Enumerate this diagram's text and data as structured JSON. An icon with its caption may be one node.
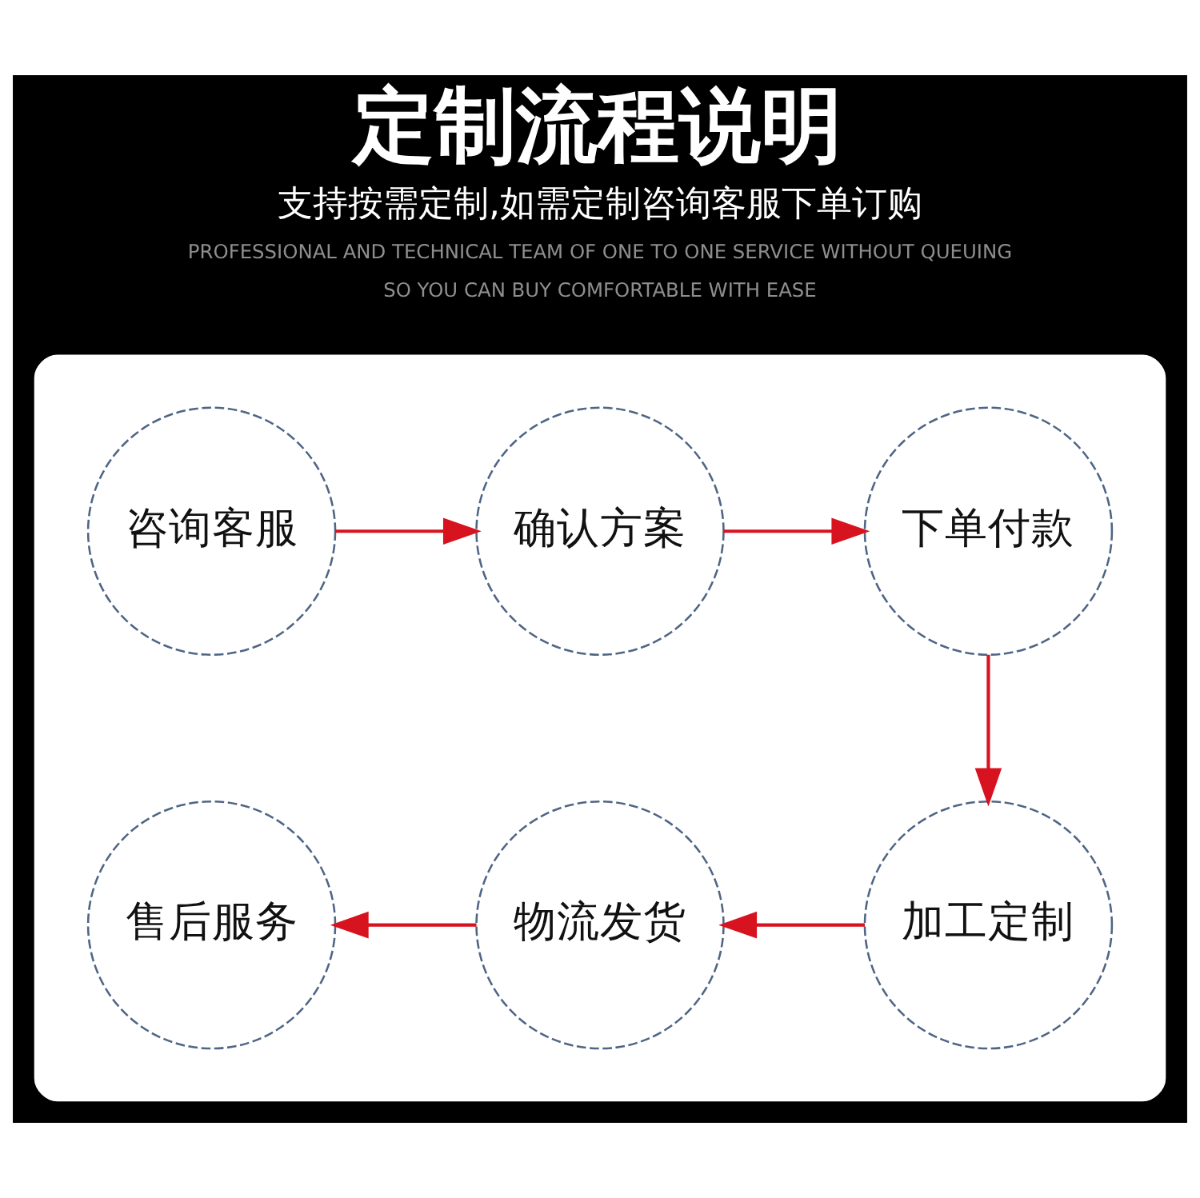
{
  "diagram": {
    "title": "定制流程说明",
    "nodes": [
      {
        "text": [],
        "shape": "box"
      },
      {
        "text": [
          "咨询客服"
        ],
        "in": 0
      },
      {
        "text": [
          "确认方案"
        ],
        "in": 0
      },
      {
        "text": [
          "下单付款"
        ],
        "in": 0
      },
      {
        "text": [
          "加工定制"
        ],
        "in": 0
      },
      {
        "text": [
          "物流发货"
        ],
        "in": 0
      },
      {
        "text": [
          "售后服务"
        ],
        "in": 0
      }
    ],
    "edges": [
      {
        "from": 1,
        "to": 2,
        "arrow": "to"
      },
      {
        "from": 2,
        "to": 3,
        "arrow": "to"
      },
      {
        "from": 3,
        "to": 4,
        "arrow": "to"
      },
      {
        "from": 4,
        "to": 5,
        "arrow": "to"
      },
      {
        "from": 5,
        "to": 6,
        "arrow": "to"
      }
    ],
    "labels": [
      "支持按需定制,如需定制咨询客服下单订购",
      "PROFESSIONAL AND TECHNICAL TEAM OF ONE TO ONE SERVICE WITHOUT QUEUING",
      "SO YOU CAN BUY COMFORTABLE WITH EASE"
    ]
  }
}
